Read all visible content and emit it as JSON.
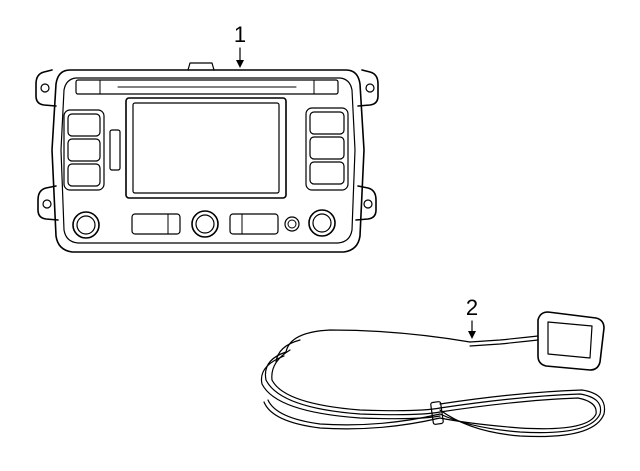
{
  "callouts": [
    {
      "number": "1"
    },
    {
      "number": "2"
    }
  ],
  "parts": [
    {
      "callout": "1",
      "icon": "radio-head-unit-icon"
    },
    {
      "callout": "2",
      "icon": "gps-antenna-cable-icon"
    }
  ]
}
